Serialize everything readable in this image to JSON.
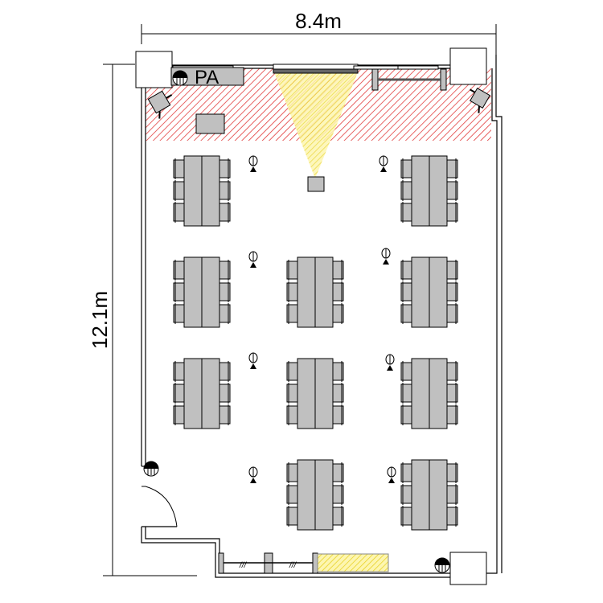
{
  "dimensions": {
    "width_label": "8.4m",
    "depth_label": "12.1m"
  },
  "labels": {
    "pa": "PA"
  },
  "colors": {
    "stage_hatch": "#e03030",
    "projection_hatch": "#f0e020",
    "furniture": "#c0c0c0",
    "wall": "#000000"
  },
  "table_groups": [
    {
      "row": 0,
      "col": 0
    },
    {
      "row": 0,
      "col": 2
    },
    {
      "row": 1,
      "col": 0
    },
    {
      "row": 1,
      "col": 1
    },
    {
      "row": 1,
      "col": 2
    },
    {
      "row": 2,
      "col": 0
    },
    {
      "row": 2,
      "col": 1
    },
    {
      "row": 2,
      "col": 2
    },
    {
      "row": 3,
      "col": 1
    },
    {
      "row": 3,
      "col": 2
    }
  ],
  "microphone_count": 8,
  "icons": [
    "microphone-icon",
    "speaker-icon",
    "camera-icon",
    "projector-icon",
    "door-icon"
  ]
}
